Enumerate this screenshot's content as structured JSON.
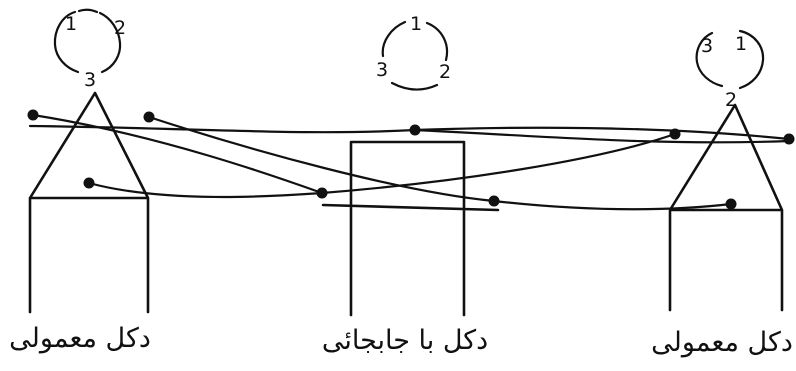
{
  "towers": [
    {
      "caption": "دکل معمولی",
      "phases": {
        "top_left": "1",
        "top_right": "2",
        "bottom": "3"
      }
    },
    {
      "caption": "دکل با جابجائی",
      "phases": {
        "top": "1",
        "bottom_left": "3",
        "bottom_right": "2"
      }
    },
    {
      "caption": "دکل معمولی",
      "phases": {
        "top_left": "3",
        "top_right": "1",
        "bottom": "2"
      }
    }
  ]
}
